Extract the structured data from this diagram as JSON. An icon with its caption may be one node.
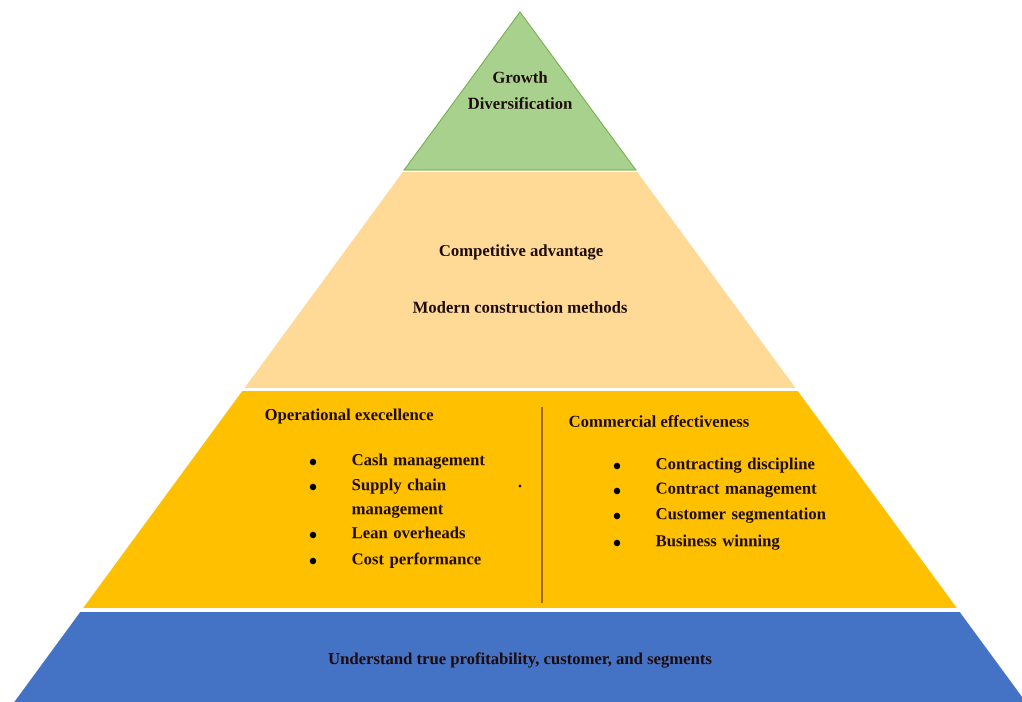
{
  "diagram": {
    "nodes": [
      {
        "text": [
          "Growth",
          "Diversification"
        ]
      },
      {
        "text": [
          "Competitive advantage",
          "Modern construction methods"
        ]
      },
      {
        "text": [
          "Operational execellence",
          "Cash management",
          "Supply chain management",
          "Lean overheads",
          "Cost performance",
          "Commercial effectiveness",
          "Contracting discipline",
          "Contract management",
          "Customer segmentation",
          "Business winning"
        ]
      },
      {
        "text": [
          "Understand true profitability, customer, and segments"
        ]
      }
    ],
    "labels": [
      "."
    ]
  }
}
